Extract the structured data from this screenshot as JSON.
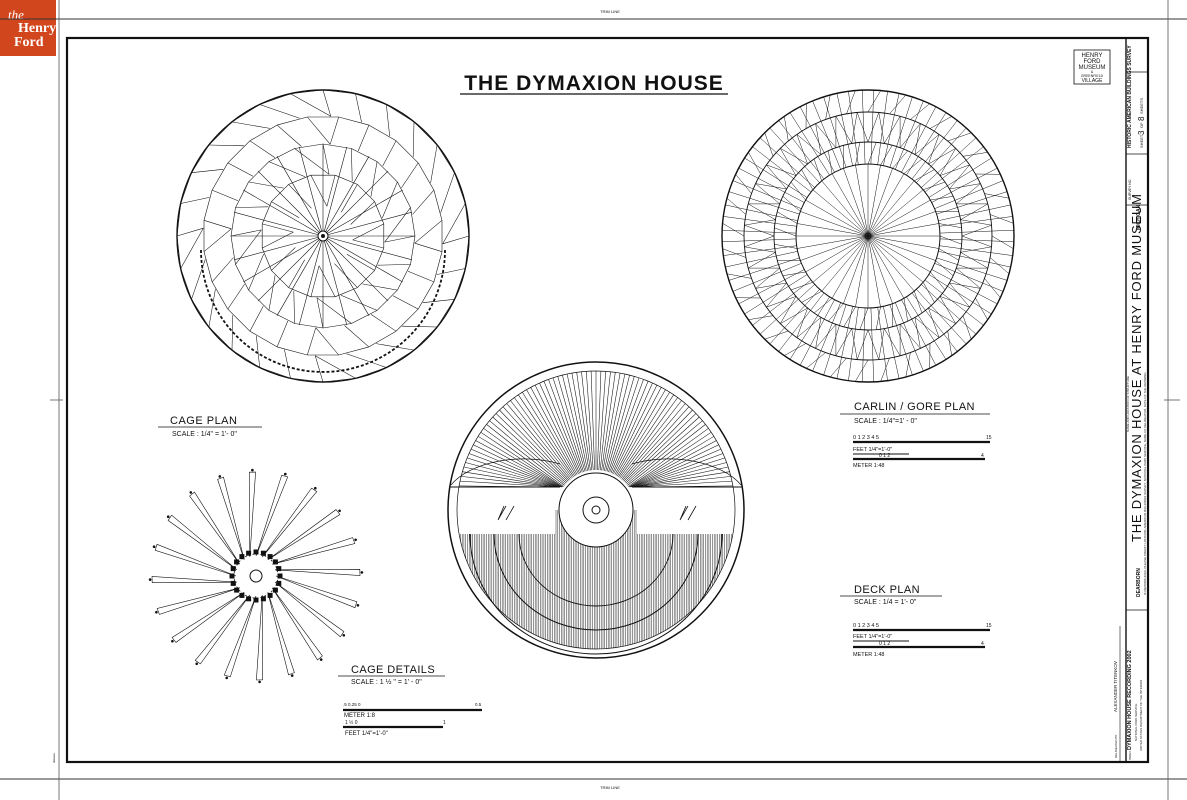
{
  "logo": {
    "line1": "the",
    "line2": "Henry",
    "line3": "Ford"
  },
  "sheet": {
    "trim_top": "TRIM LINE",
    "trim_bottom": "TRIM LINE",
    "trim_side": "ddeeee"
  },
  "title": "THE DYMAXION HOUSE",
  "drawings": {
    "cage_plan": {
      "title": "CAGE PLAN",
      "scale": "SCALE : 1/4\" = 1'- 0\""
    },
    "carlin_gore_plan": {
      "title": "CARLIN / GORE  PLAN",
      "scale": "SCALE : 1/4\"=1' - 0\"",
      "feet_ticks": "0   1  2  3  4  5",
      "feet_end": "15",
      "feet_label": "FEET  1/4\"=1'-0\"",
      "meter_ticks": "0        1        2",
      "meter_end": "4",
      "meter_label": "METER   1:48"
    },
    "deck_plan": {
      "title": "DECK PLAN",
      "scale": "SCALE : 1/4 = 1'- 0\"",
      "feet_ticks": "0   1  2  3  4  5",
      "feet_end": "15",
      "feet_label": "FEET  1/4\"=1'-0\"",
      "meter_ticks": "0        1        2",
      "meter_end": "4",
      "meter_label": "METER   1:48"
    },
    "cage_details": {
      "title": "CAGE DETAILS",
      "scale": "SCALE : 1 ½ \" = 1' - 0\"",
      "meter_ticks": ".5      0.25        0",
      "meter_end": "0.5",
      "meter_label": "METER   1:8",
      "feet_ticks": "1     ½     0",
      "feet_end": "1",
      "feet_label": "FEET  1/4\"=1'-0\""
    }
  },
  "title_block": {
    "museum_logo": [
      "HENRY",
      "FORD",
      "MUSEUM",
      "&",
      "GREENFIELD",
      "VILLAGE"
    ],
    "survey": "HISTORIC AMERICAN BUILDINGS SURVEY",
    "sheet_label": "SHEET",
    "sheet_number": "3",
    "sheet_of": "OF",
    "sheet_total": "8",
    "sheets_label": "SHEETS",
    "survey_no_label": "SURVEY NO.",
    "state": "MICHIGAN",
    "project_title": "THE DYMAXION HOUSE AT HENRY FORD MUSEUM",
    "city": "DEARBORN",
    "reproduction_note": "IF REPRODUCED, PLEASE CREDIT: HISTORIC AMERICAN BUILDINGS SURVEY, NATIONAL PARK SERVICE, NAME OF DELINEATOR, DATE OF THE DRAWING",
    "structure_name_label": "NAME AND LOCATION OF STRUCTURE",
    "recording": "DYMAXION HOUSE RECORDING 2002",
    "nps": "NATIONAL PARK SERVICE",
    "department": "UNITED STATES DEPARTMENT OF THE INTERIOR",
    "delineator": "ALEXANDER TITENKOV",
    "delineated_by": "DELINEATED BY",
    "index_label": "INDEX"
  }
}
